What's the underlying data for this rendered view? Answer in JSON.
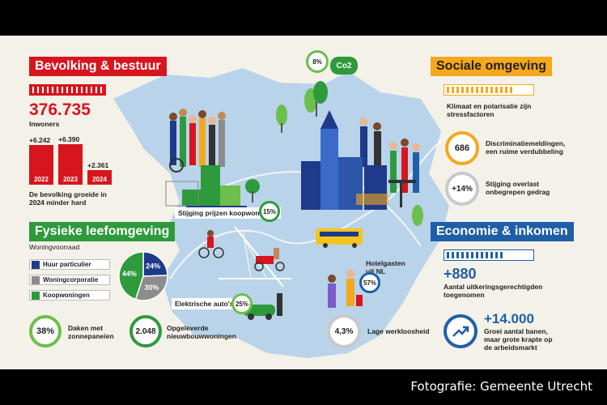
{
  "bevolking": {
    "title": "Bevolking & bestuur",
    "inwoners_value": "376.735",
    "inwoners_label": "Inwoners",
    "growth_bars": [
      {
        "year": "2022",
        "delta": "+6.242"
      },
      {
        "year": "2023",
        "delta": "+6.390"
      },
      {
        "year": "2024",
        "delta": "+2.361"
      }
    ],
    "growth_caption_1": "De bevolking groeide in",
    "growth_caption_2": "2024 minder hard"
  },
  "fysiek": {
    "title": "Fysieke leefomgeving",
    "woningvoorraad": "Woningvoorraad",
    "legend": [
      {
        "label": "Huur particulier",
        "color": "#1f3a8a"
      },
      {
        "label": "Woningcorporatie",
        "color": "#8c8c8c"
      },
      {
        "label": "Koopwoningen",
        "color": "#2e9a3c"
      }
    ],
    "pie": [
      {
        "label": "24%",
        "value": 24,
        "color": "#1f3a8a"
      },
      {
        "label": "30%",
        "value": 30,
        "color": "#8c8c8c"
      },
      {
        "label": "44%",
        "value": 44,
        "color": "#2e9a3c"
      }
    ],
    "zonnepanelen_value": "38%",
    "zonnepanelen_label_1": "Daken met",
    "zonnepanelen_label_2": "zonnepaneien",
    "nieuwbouw_value": "2.048",
    "nieuwbouw_label_1": "Opgeleverde",
    "nieuwbouw_label_2": "nieuwbouwwoningen"
  },
  "map": {
    "co2_value": "8%",
    "co2_label": "Co2",
    "koop_label": "Stijging prijzen koopwoningen",
    "koop_value": "15%",
    "auto_label": "Elektrische auto's",
    "auto_value": "25%",
    "hotel_label_1": "Hotelgasten",
    "hotel_label_2": "uit NL",
    "hotel_value": "57%"
  },
  "sociaal": {
    "title": "Sociale omgeving",
    "klimaat_label_1": "Klimaat en polarisatie zijn",
    "klimaat_label_2": "stressfactoren",
    "discr_value": "686",
    "discr_label_1": "Discriminatiemeldingen,",
    "discr_label_2": "een ruime verdubbeling",
    "overlast_value": "+14%",
    "overlast_label_1": "Stijging overlast",
    "overlast_label_2": "onbegrepen gedrag"
  },
  "economie": {
    "title": "Economie & inkomen",
    "uitkering_value": "+880",
    "uitkering_label_1": "Aantal uitkeringsgerechtigden",
    "uitkering_label_2": "toegenomen",
    "werkloos_value": "4,3%",
    "werkloos_label": "Lage werkloosheid",
    "banen_value": "+14.000",
    "banen_label_1": "Groei aantal banen,",
    "banen_label_2": "maar grote krapte op",
    "banen_label_3": "de arbeidsmarkt"
  },
  "credit": "Fotografie: Gemeente Utrecht",
  "colors": {
    "red": "#d7151e",
    "green": "#2e9a3c",
    "orange": "#f4a81d",
    "blue": "#1f5fa8",
    "map": "#b9d3ea"
  }
}
